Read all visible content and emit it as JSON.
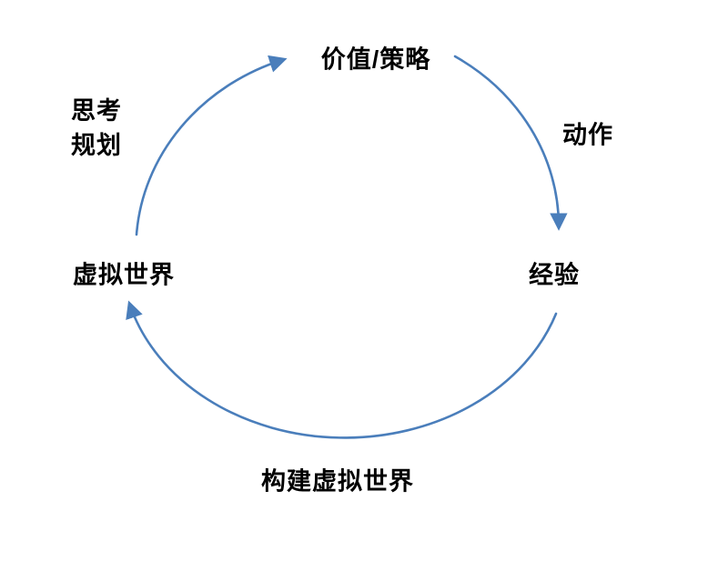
{
  "diagram": {
    "type": "cycle",
    "nodes": {
      "top": "价值/策略",
      "right": "经验",
      "left": "虚拟世界"
    },
    "edge_labels": {
      "action": "动作",
      "think_line1": "思考",
      "think_line2": "规划",
      "build": "构建虚拟世界"
    },
    "colors": {
      "arrow": "#4a7ebb",
      "text": "#000000",
      "background": "#ffffff"
    }
  }
}
